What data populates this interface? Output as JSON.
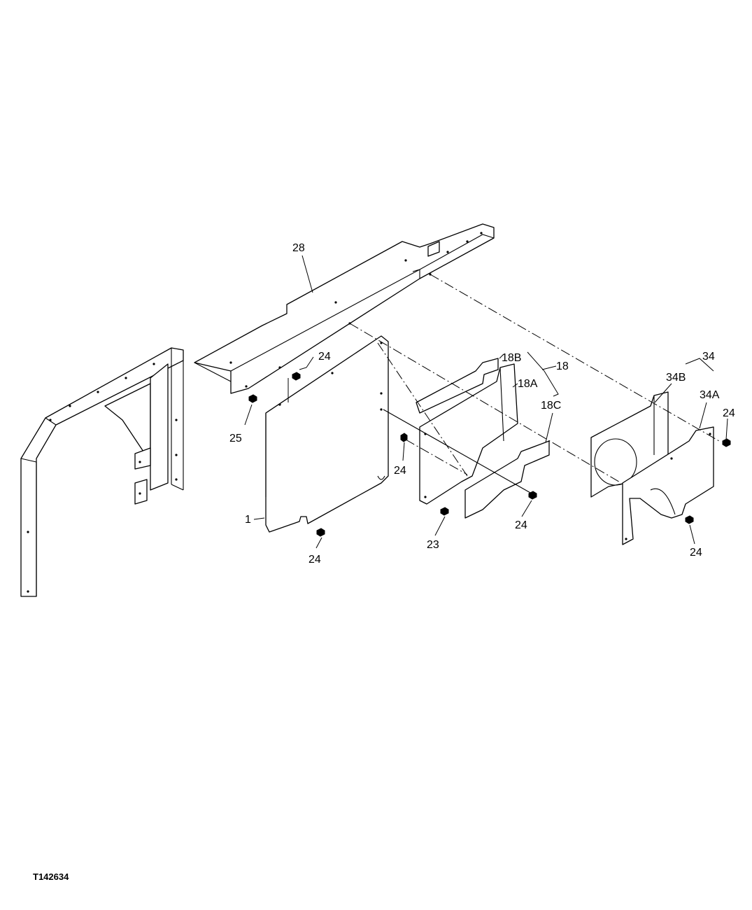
{
  "diagram": {
    "figure_id": "T142634",
    "callouts": [
      {
        "id": "c28",
        "text": "28"
      },
      {
        "id": "c24a",
        "text": "24"
      },
      {
        "id": "c25",
        "text": "25"
      },
      {
        "id": "c1",
        "text": "1"
      },
      {
        "id": "c24b",
        "text": "24"
      },
      {
        "id": "c18B",
        "text": "18B"
      },
      {
        "id": "c18",
        "text": "18"
      },
      {
        "id": "c18A",
        "text": "18A"
      },
      {
        "id": "c18C",
        "text": "18C"
      },
      {
        "id": "c24c",
        "text": "24"
      },
      {
        "id": "c23",
        "text": "23"
      },
      {
        "id": "c24d",
        "text": "24"
      },
      {
        "id": "c34",
        "text": "34"
      },
      {
        "id": "c34B",
        "text": "34B"
      },
      {
        "id": "c34A",
        "text": "34A"
      },
      {
        "id": "c24e",
        "text": "24"
      },
      {
        "id": "c24f",
        "text": "24"
      }
    ]
  }
}
